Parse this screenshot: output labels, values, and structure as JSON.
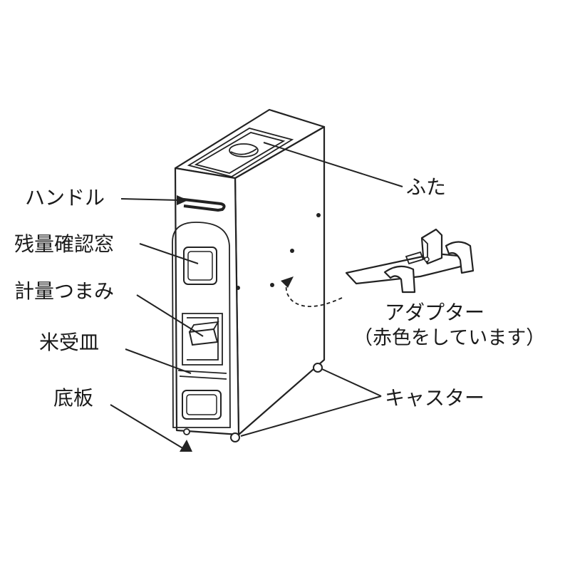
{
  "labels": {
    "handle": "ハンドル",
    "window": "残量確認窓",
    "knob": "計量つまみ",
    "tray": "米受皿",
    "base": "底板",
    "lid": "ふた",
    "adapter": "アダプター",
    "adapter_note": "（赤色をしています）",
    "caster": "キャスター"
  },
  "colors": {
    "ink": "#222222",
    "paper": "#ffffff"
  }
}
